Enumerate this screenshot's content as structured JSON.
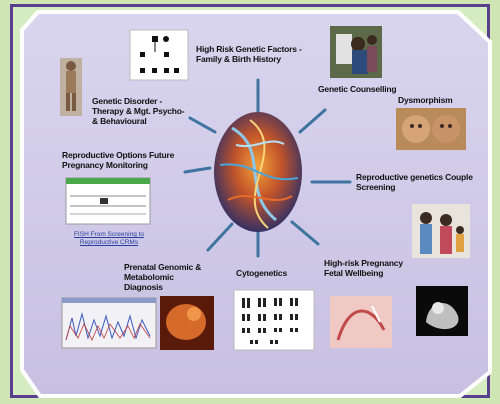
{
  "nodes": {
    "high_risk_genetic": "High Risk Genetic Factors - Family & Birth History",
    "genetic_counselling": "Genetic Counselling",
    "dysmorphism": "Dysmorphism",
    "genetic_disorder": "Genetic Disorder - Therapy & Mgt. Psycho- & Behavioural",
    "reproductive_options": "Reproductive Options Future Pregnancy Monitoring",
    "reproductive_genetics": "Reproductive genetics Couple Screening",
    "prenatal_genomic": "Prenatal Genomic & Metabolomic Diagnosis",
    "cytogenetics": "Cytogenetics",
    "high_risk_pregnancy": "High-risk Pregnancy Fetal Wellbeing"
  },
  "links": {
    "fish_link": "FISH From Screening to Reproductive CRMs"
  },
  "colors": {
    "frame_border": "#5a3f8e",
    "panel_fill": "#cfc9e6",
    "arrow": "#3f73a0",
    "background": "#cfe6b4"
  }
}
